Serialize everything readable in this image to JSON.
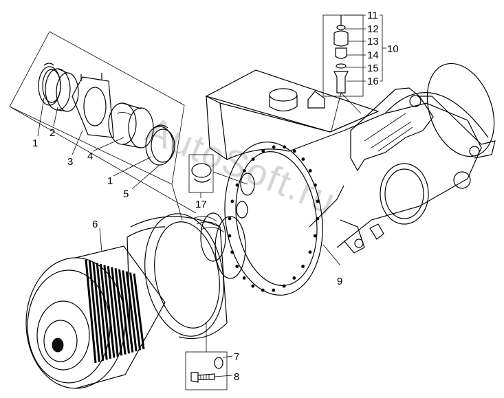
{
  "diagram": {
    "watermark": "AutoSoft.ru",
    "callouts": [
      "1",
      "2",
      "3",
      "4",
      "1",
      "5",
      "6",
      "7",
      "8",
      "9",
      "10",
      "11",
      "12",
      "13",
      "14",
      "15",
      "16",
      "17"
    ]
  }
}
